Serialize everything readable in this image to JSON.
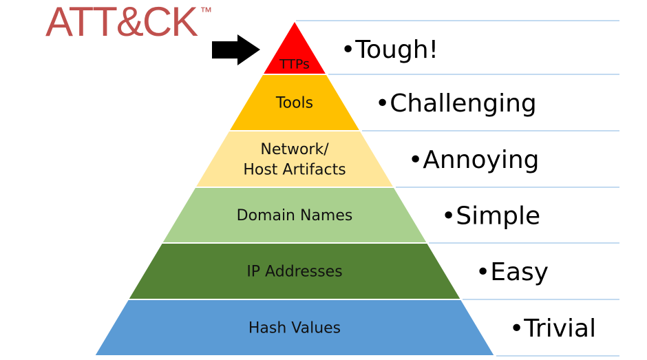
{
  "logo": {
    "text": "ATT&CK",
    "trademark": "™"
  },
  "colors": {
    "ttps": "#ff0000",
    "tools": "#ffc000",
    "artifacts": "#ffe699",
    "domains": "#a9d08e",
    "ip": "#548235",
    "hash": "#5b9bd5",
    "separator": "#9dc3e6",
    "logo": "#c0504d"
  },
  "levels": [
    {
      "label_lines": [
        "TTPs"
      ],
      "difficulty": "•Tough!"
    },
    {
      "label_lines": [
        "Tools"
      ],
      "difficulty": "•Challenging"
    },
    {
      "label_lines": [
        "Network/",
        "Host Artifacts"
      ],
      "difficulty": "•Annoying"
    },
    {
      "label_lines": [
        "Domain Names"
      ],
      "difficulty": "•Simple"
    },
    {
      "label_lines": [
        "IP Addresses"
      ],
      "difficulty": "•Easy"
    },
    {
      "label_lines": [
        "Hash Values"
      ],
      "difficulty": "•Trivial"
    }
  ],
  "arrow_icon": "right-arrow-icon"
}
